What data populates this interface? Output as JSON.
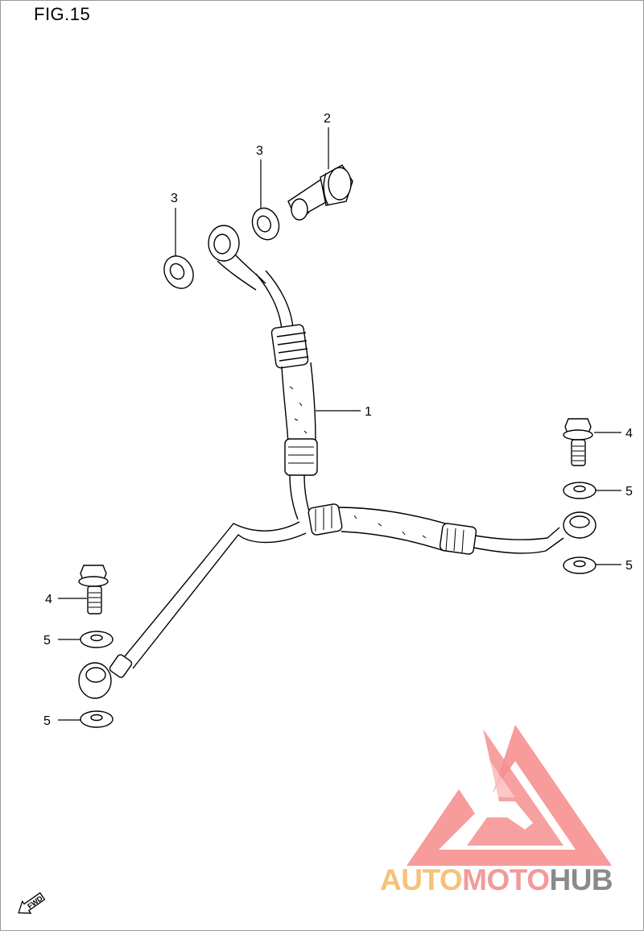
{
  "figure": {
    "title": "FIG.15",
    "fwd_label": "FWD"
  },
  "callouts": [
    {
      "id": "c1",
      "label": "1"
    },
    {
      "id": "c2",
      "label": "2"
    },
    {
      "id": "c3a",
      "label": "3"
    },
    {
      "id": "c3b",
      "label": "3"
    },
    {
      "id": "c4a",
      "label": "4"
    },
    {
      "id": "c4b",
      "label": "4"
    },
    {
      "id": "c5a",
      "label": "5"
    },
    {
      "id": "c5b",
      "label": "5"
    },
    {
      "id": "c5c",
      "label": "5"
    },
    {
      "id": "c5d",
      "label": "5"
    }
  ],
  "watermark": {
    "part1": "AUTO",
    "part2": "MOTO",
    "part3": "HUB",
    "colors": {
      "auto": "#f5c27a",
      "moto": "#f19a9a",
      "hub": "#8a8a8a",
      "logo": "#f47c7c"
    }
  }
}
